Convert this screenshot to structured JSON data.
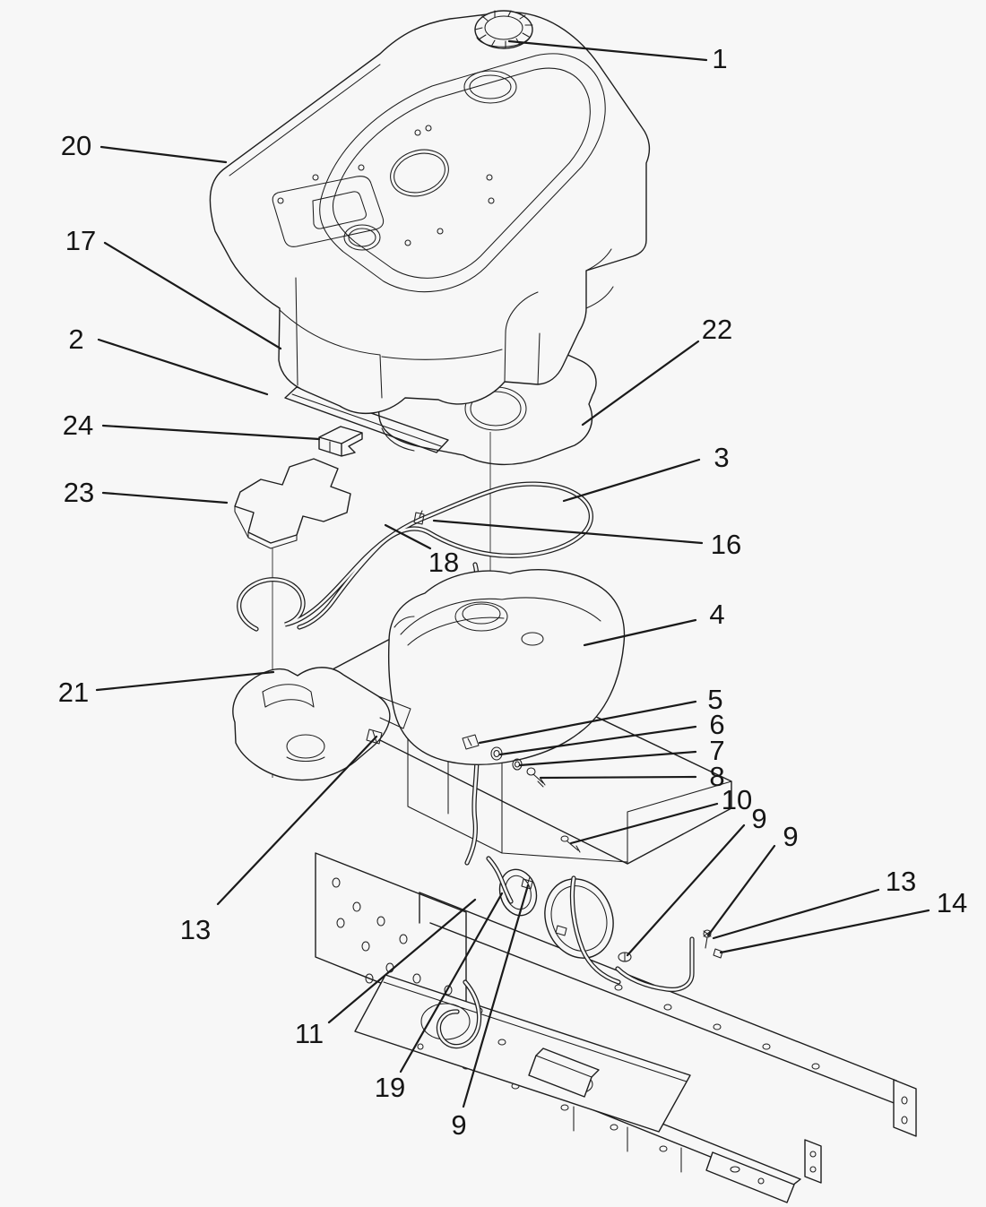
{
  "figure": {
    "background_color": "#f7f7f7",
    "line_color": "#1e1e1e",
    "label_color": "#151515"
  },
  "callouts": [
    {
      "label": "1"
    },
    {
      "label": "20"
    },
    {
      "label": "17"
    },
    {
      "label": "2"
    },
    {
      "label": "24"
    },
    {
      "label": "23"
    },
    {
      "label": "22"
    },
    {
      "label": "3"
    },
    {
      "label": "16"
    },
    {
      "label": "18"
    },
    {
      "label": "4"
    },
    {
      "label": "21"
    },
    {
      "label": "5"
    },
    {
      "label": "6"
    },
    {
      "label": "7"
    },
    {
      "label": "8"
    },
    {
      "label": "10"
    },
    {
      "label": "9"
    },
    {
      "label": "9"
    },
    {
      "label": "13"
    },
    {
      "label": "13"
    },
    {
      "label": "14"
    },
    {
      "label": "11"
    },
    {
      "label": "19"
    },
    {
      "label": "9"
    }
  ]
}
